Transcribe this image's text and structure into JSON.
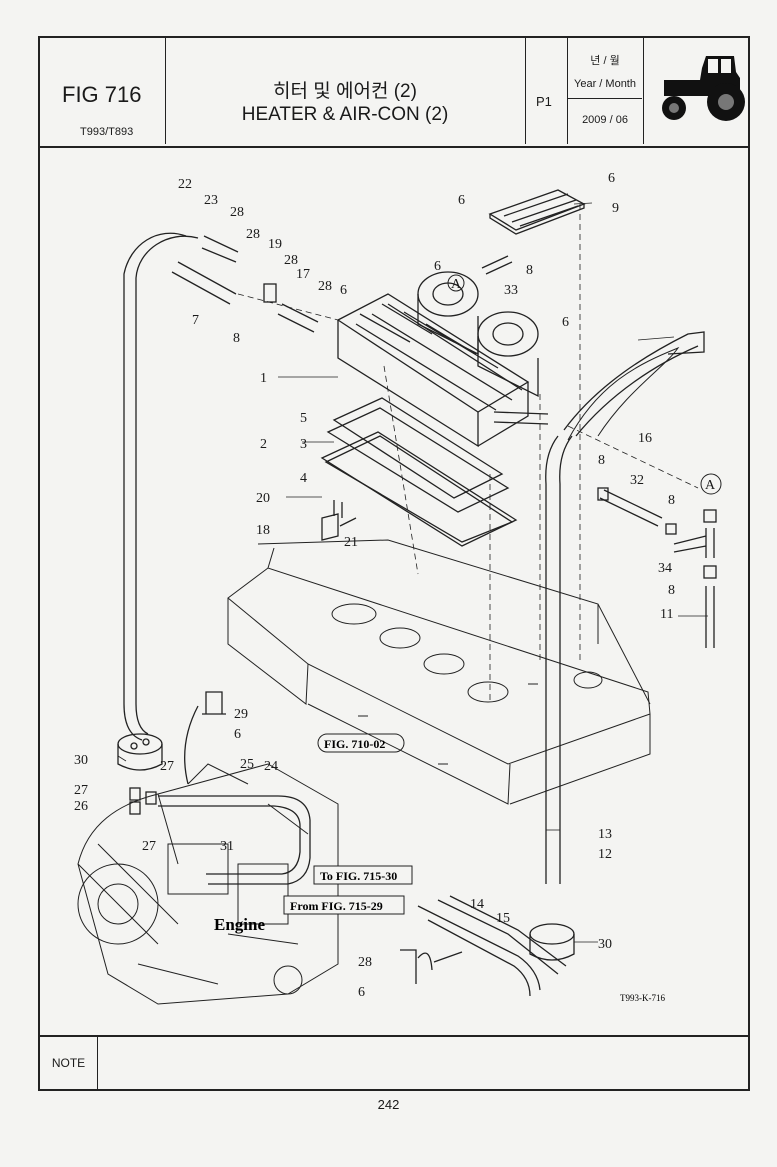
{
  "header": {
    "fig_no": "FIG 716",
    "model": "T993/T893",
    "title_ko": "히터 및 에어컨 (2)",
    "title_en": "HEATER & AIR-CON (2)",
    "page_code": "P1",
    "date_label_ko": "년 / 월",
    "date_label_en": "Year / Month",
    "date_value": "2009 / 06"
  },
  "drawing": {
    "callouts": [
      "1",
      "2",
      "3",
      "4",
      "5",
      "6",
      "7",
      "8",
      "9",
      "11",
      "12",
      "13",
      "14",
      "15",
      "16",
      "17",
      "18",
      "19",
      "20",
      "21",
      "22",
      "23",
      "24",
      "25",
      "26",
      "27",
      "28",
      "29",
      "30",
      "31",
      "32",
      "33",
      "34"
    ],
    "ref_a": "A",
    "ref_fig_710": "FIG. 710-02",
    "to_fig": "To FIG. 715-30",
    "from_fig": "From FIG. 715-29",
    "engine": "Engine",
    "drawing_code": "T993-K-716"
  },
  "footer": {
    "note_label": "NOTE",
    "page_number": "242"
  }
}
